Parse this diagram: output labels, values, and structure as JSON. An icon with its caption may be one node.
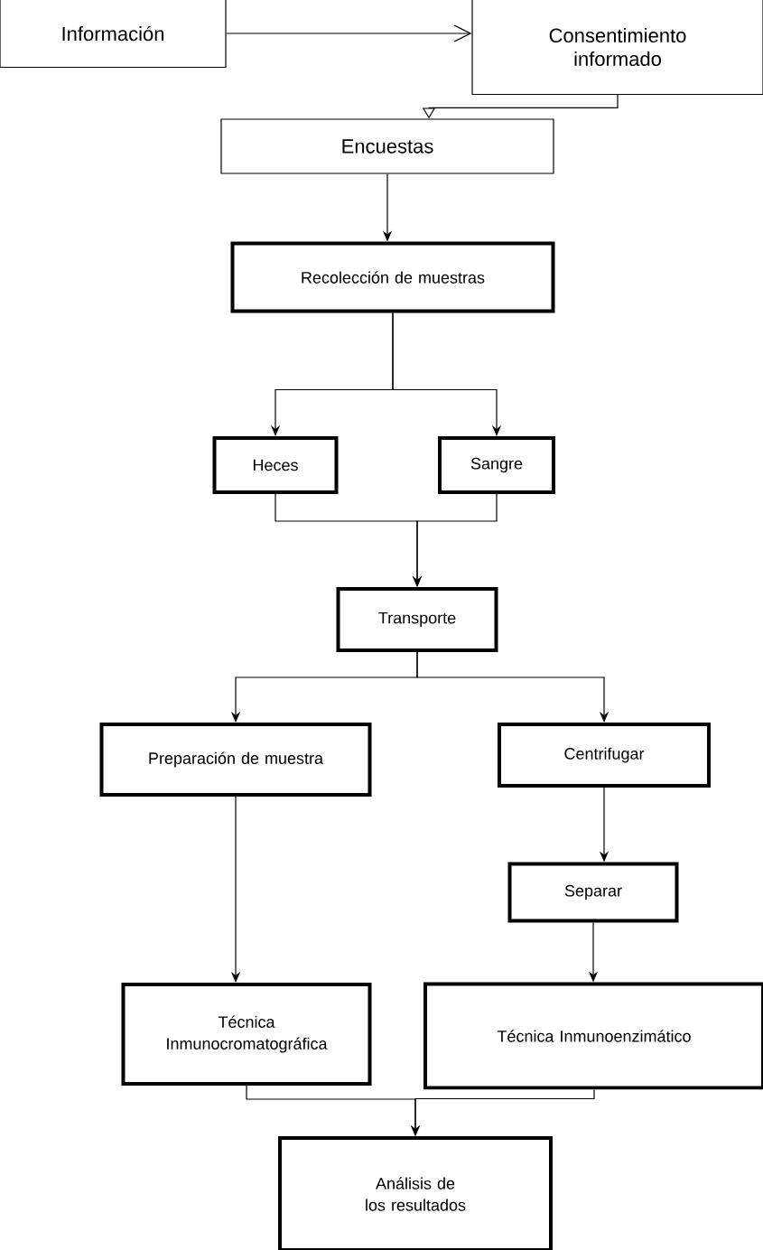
{
  "diagram": {
    "nodes": [
      {
        "text": [
          "Información"
        ]
      },
      {
        "text": [
          "Consentimiento informado"
        ]
      },
      {
        "text": [
          "Encuestas"
        ]
      },
      {
        "text": [
          "Recolección de muestras"
        ]
      },
      {
        "text": [
          "Heces"
        ]
      },
      {
        "text": [
          "Sangre"
        ]
      },
      {
        "text": [
          "Transporte"
        ]
      },
      {
        "text": [
          "Preparación de muestra"
        ]
      },
      {
        "text": [
          "Centrifugar"
        ]
      },
      {
        "text": [
          "Separar"
        ]
      },
      {
        "text": [
          "Técnica Inmunocromatográfica"
        ]
      },
      {
        "text": [
          "Técnica Inmunoenzimático"
        ]
      },
      {
        "text": [
          "Análisis de los resultados"
        ]
      }
    ],
    "edges": [
      {
        "from": 0,
        "to": 1,
        "arrow": "to"
      },
      {
        "from": 1,
        "to": 2,
        "arrow": "to"
      },
      {
        "from": 2,
        "to": 3,
        "arrow": "to"
      },
      {
        "from": 3,
        "to": 4,
        "arrow": "to"
      },
      {
        "from": 3,
        "to": 5,
        "arrow": "to"
      },
      {
        "from": 4,
        "to": 6,
        "arrow": "to"
      },
      {
        "from": 5,
        "to": 6,
        "arrow": "to"
      },
      {
        "from": 6,
        "to": 7,
        "arrow": "to"
      },
      {
        "from": 6,
        "to": 8,
        "arrow": "to"
      },
      {
        "from": 7,
        "to": 10,
        "arrow": "to"
      },
      {
        "from": 8,
        "to": 9,
        "arrow": "to"
      },
      {
        "from": 9,
        "to": 11,
        "arrow": "to"
      },
      {
        "from": 10,
        "to": 12,
        "arrow": "to"
      },
      {
        "from": 11,
        "to": 12,
        "arrow": "to"
      }
    ]
  }
}
